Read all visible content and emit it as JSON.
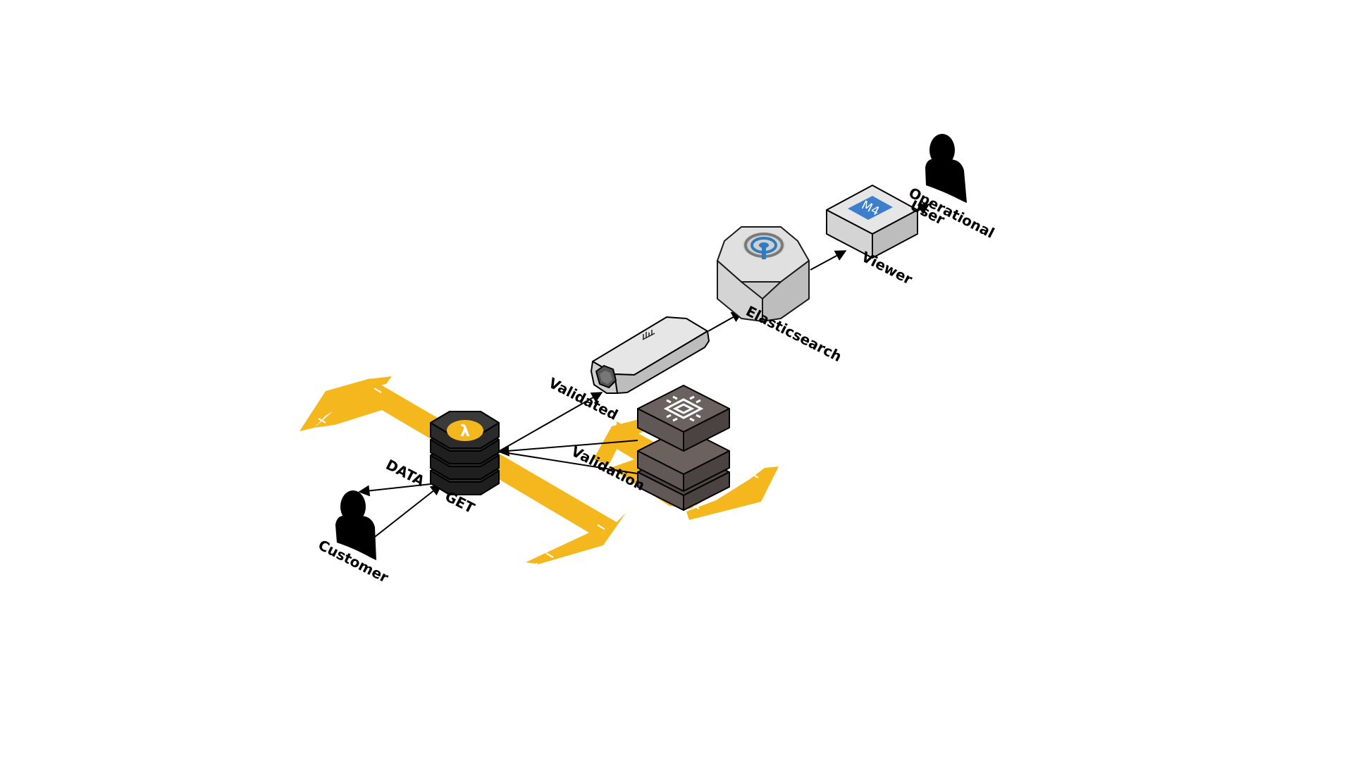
{
  "nodes": {
    "customer": {
      "label": "Customer",
      "icon": "person-icon"
    },
    "lambda": {
      "label": "",
      "icon": "lambda-icon"
    },
    "stream": {
      "label": "",
      "icon": "stream-tube-icon"
    },
    "elasticsearch": {
      "label": "Elasticsearch",
      "icon": "elasticsearch-icon"
    },
    "viewer": {
      "label": "Viewer",
      "icon": "m4-instance-icon",
      "badge": "M4"
    },
    "operational_user": {
      "label_line1": "Operational",
      "label_line2": "User",
      "icon": "person-icon"
    },
    "validation_server": {
      "label": "",
      "icon": "chip-icon"
    }
  },
  "edges": {
    "data": {
      "label": "DATA"
    },
    "get": {
      "label": "GET"
    },
    "validated": {
      "label": "Validated"
    },
    "validation": {
      "label": "Validation"
    }
  },
  "colors": {
    "band": "#f4b71e",
    "lambda_accent": "#f4b71e",
    "dark_node": "#2b2b2b",
    "server_node": "#605856",
    "light_node": "#d6d6d6",
    "m4_badge": "#3d7fcc",
    "es_icon": "#2f7bbf"
  }
}
